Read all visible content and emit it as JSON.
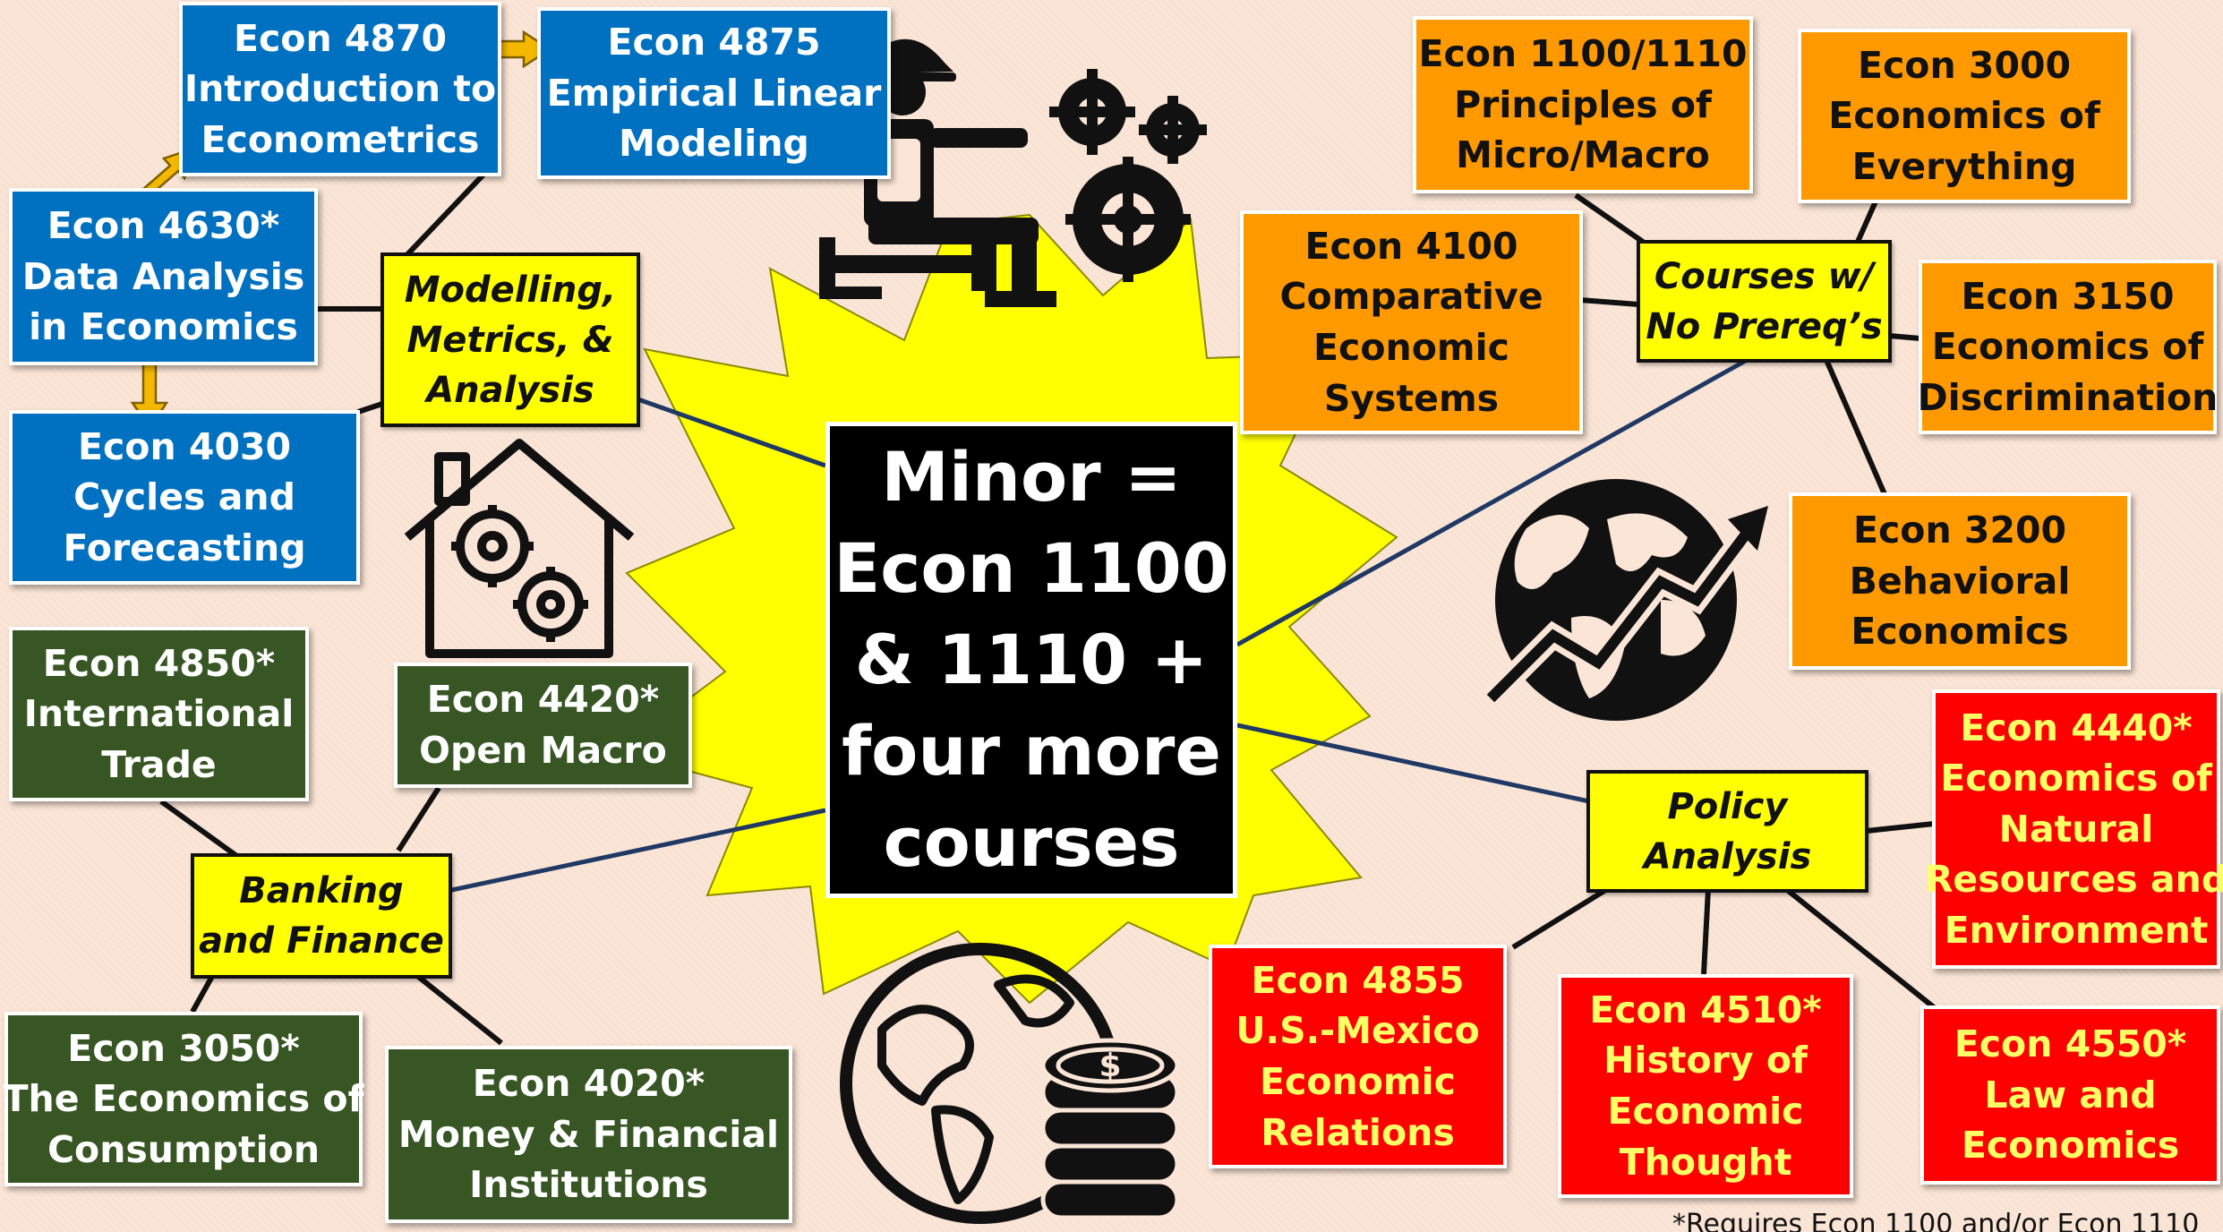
{
  "center": {
    "lines": [
      "Minor =",
      "Econ 1100",
      "& 1110 +",
      "four more",
      "courses"
    ]
  },
  "hubs": {
    "modelling": [
      "Modelling,",
      "Metrics, &",
      "Analysis"
    ],
    "no_prereq": [
      "Courses w/",
      "No Prereq’s"
    ],
    "policy": [
      "Policy",
      "Analysis"
    ],
    "banking": [
      "Banking",
      "and Finance"
    ]
  },
  "courses": {
    "econ4870": [
      "Econ 4870",
      "Introduction to",
      "Econometrics"
    ],
    "econ4875": [
      "Econ 4875",
      "Empirical Linear",
      "Modeling"
    ],
    "econ4630": [
      "Econ 4630*",
      "Data Analysis",
      "in Economics"
    ],
    "econ4030": [
      "Econ 4030",
      "Cycles and",
      "Forecasting"
    ],
    "econ4850": [
      "Econ 4850*",
      "International",
      "Trade"
    ],
    "econ4420": [
      "Econ 4420*",
      "Open Macro"
    ],
    "econ3050": [
      "Econ 3050*",
      "The Economics of",
      "Consumption"
    ],
    "econ4020": [
      "Econ 4020*",
      "Money & Financial",
      "Institutions"
    ],
    "econ1100_1110": [
      "Econ 1100/1110",
      "Principles of",
      "Micro/Macro"
    ],
    "econ3000": [
      "Econ 3000",
      "Economics of",
      "Everything"
    ],
    "econ4100": [
      "Econ 4100",
      "Comparative",
      "Economic",
      "Systems"
    ],
    "econ3150": [
      "Econ 3150",
      "Economics of",
      "Discrimination"
    ],
    "econ3200": [
      "Econ 3200",
      "Behavioral",
      "Economics"
    ],
    "econ4440": [
      "Econ 4440*",
      "Economics of",
      "Natural",
      "Resources and",
      "Environment"
    ],
    "econ4855": [
      "Econ 4855",
      "U.S.-Mexico",
      "Economic",
      "Relations"
    ],
    "econ4510": [
      "Econ 4510*",
      "History of",
      "Economic",
      "Thought"
    ],
    "econ4550": [
      "Econ 4550*",
      "Law and",
      "Economics"
    ]
  },
  "footnote": "*Requires Econ 1100 and/or Econ 1110",
  "icons": [
    "worker-gears-icon",
    "house-gears-icon",
    "globe-growth-icon",
    "globe-coins-icon"
  ],
  "colors": {
    "background": "#fbe5d6",
    "blue": "#0070c0",
    "orange": "#ff9900",
    "green": "#375623",
    "red": "#ff0000",
    "red_text": "#ffff66",
    "hub": "#ffff00",
    "burst": "#ffff00",
    "connector": "#1f3864",
    "arrow": "#f5b800"
  }
}
